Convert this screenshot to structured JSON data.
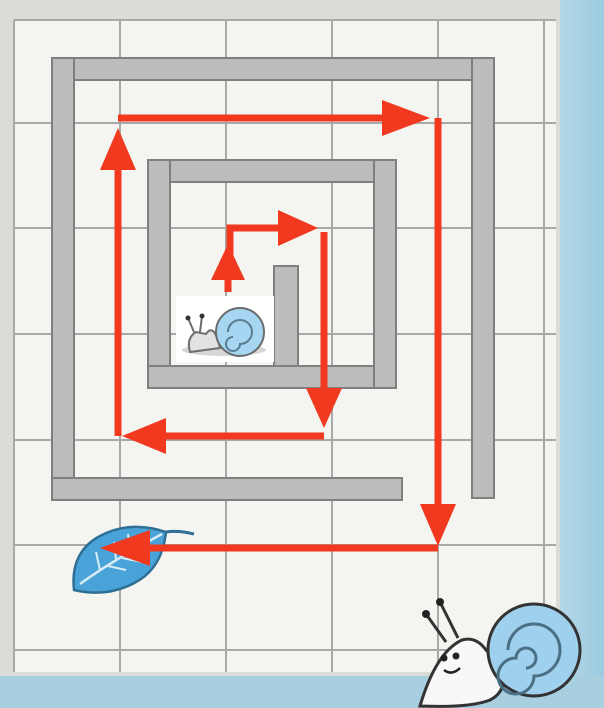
{
  "maze": {
    "columns": 5,
    "rows": 6,
    "start": "snail",
    "goal": "leaf"
  },
  "path": {
    "description_moves": [
      "up",
      "right",
      "down",
      "left",
      "up",
      "right",
      "down",
      "left"
    ]
  },
  "colors": {
    "background": "#dcdcd6",
    "paper": "#f4f4f1",
    "grid_line": "#a9a9a9",
    "wall_fill": "#b9b9b9",
    "wall_edge": "#7d7d7d",
    "arrow": "#f0391f",
    "blue_strip": "#a7cfe0",
    "leaf": "#4aa3d8",
    "snail_shell": "#9fd0ee"
  },
  "icons": [
    "snail-icon",
    "leaf-icon",
    "snail-icon"
  ]
}
